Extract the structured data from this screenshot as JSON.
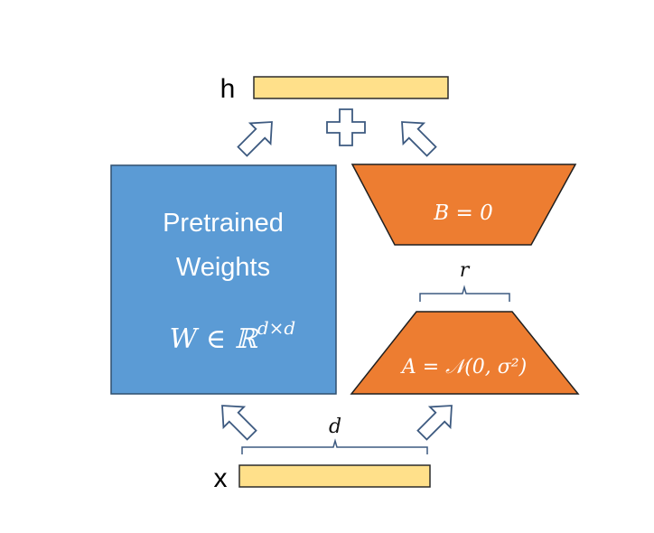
{
  "colors": {
    "weights_fill": "#5b9bd5",
    "weights_stroke": "#2f4f6f",
    "adapter_fill": "#ed7d31",
    "adapter_stroke": "#1f1f1f",
    "vector_fill": "#ffe08a",
    "vector_stroke": "#2b2b2b",
    "arrow_stroke": "#3d5a80",
    "text_light": "#ffffff",
    "text_dark": "#111111"
  },
  "labels": {
    "output": "h",
    "input": "x",
    "pretrained_line1": "Pretrained",
    "pretrained_line2": "Weights",
    "weight_math": "W ∈ ℝ",
    "weight_sup": "d×d",
    "matrix_b": "B = 0",
    "matrix_a": "A = 𝒩(0, σ²)",
    "rank": "r",
    "dim": "d"
  },
  "icons": {
    "plus": "plus-icon",
    "arrow": "block-arrow-icon"
  }
}
